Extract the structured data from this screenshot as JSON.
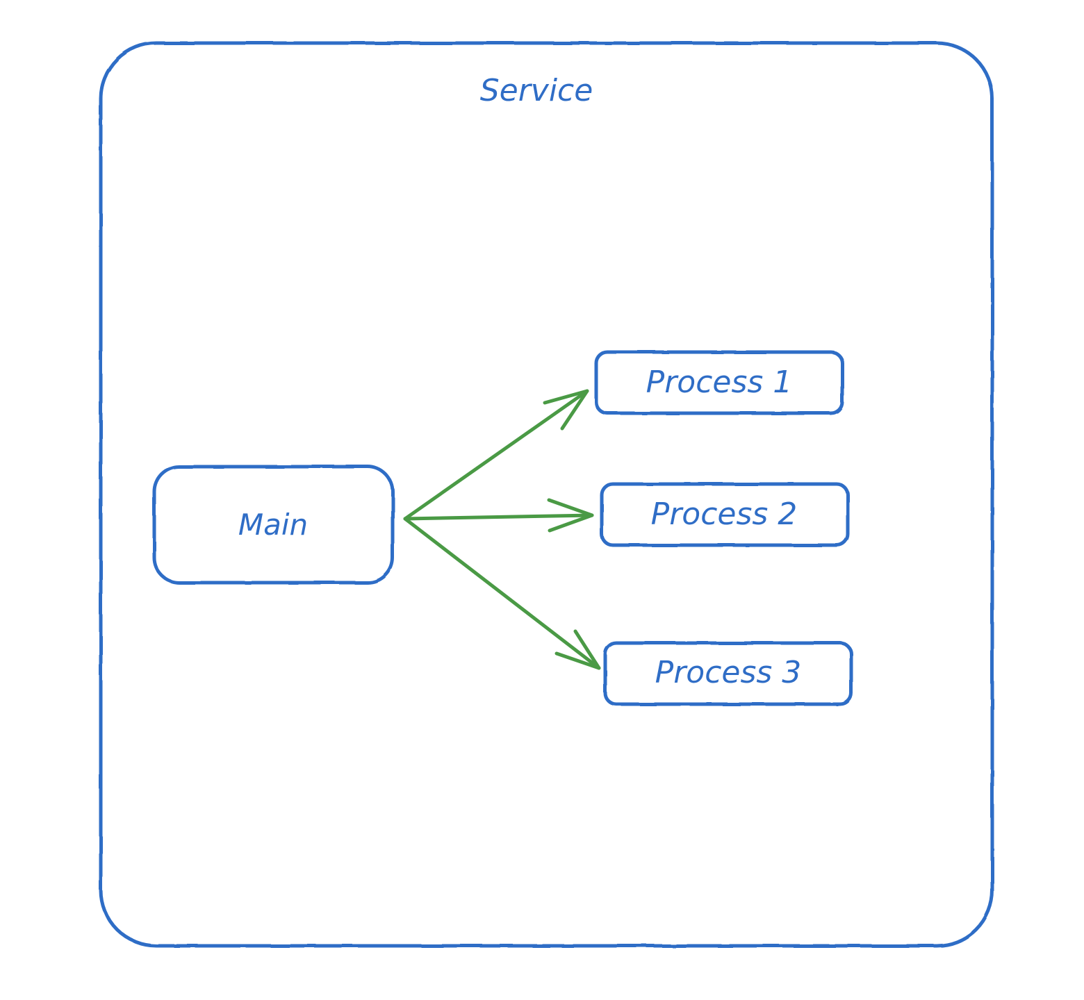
{
  "diagram": {
    "colors": {
      "box_stroke": "#2f6dc6",
      "text": "#2f6dc6",
      "arrow": "#4a9a45",
      "background": "#ffffff"
    },
    "container": {
      "label": "Service"
    },
    "nodes": {
      "main": {
        "label": "Main"
      },
      "process_1": {
        "label": "Process 1"
      },
      "process_2": {
        "label": "Process 2"
      },
      "process_3": {
        "label": "Process 3"
      }
    },
    "edges": [
      {
        "from": "Main",
        "to": "Process 1"
      },
      {
        "from": "Main",
        "to": "Process 2"
      },
      {
        "from": "Main",
        "to": "Process 3"
      }
    ]
  }
}
